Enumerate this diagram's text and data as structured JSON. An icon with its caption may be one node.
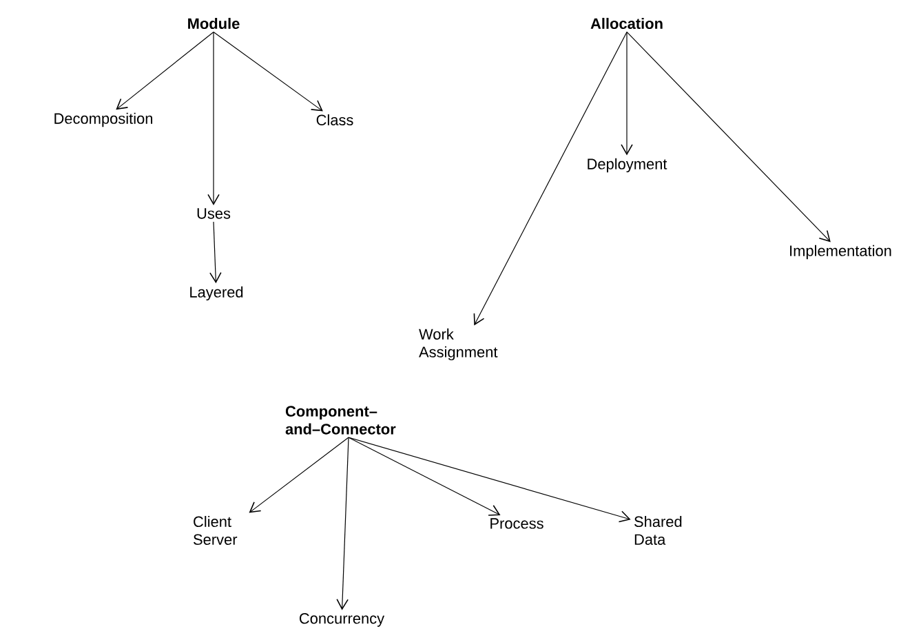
{
  "diagram": {
    "nodes": [
      {
        "text": [
          "Module"
        ]
      },
      {
        "text": [
          "Decomposition"
        ]
      },
      {
        "text": [
          "Class"
        ]
      },
      {
        "text": [
          "Uses"
        ]
      },
      {
        "text": [
          "Layered"
        ]
      },
      {
        "text": [
          "Allocation"
        ]
      },
      {
        "text": [
          "Deployment"
        ]
      },
      {
        "text": [
          "Implementation"
        ]
      },
      {
        "text": [
          "Work Assignment"
        ]
      },
      {
        "text": [
          "Component– and–Connector"
        ]
      },
      {
        "text": [
          "Client Server"
        ]
      },
      {
        "text": [
          "Concurrency"
        ]
      },
      {
        "text": [
          "Process"
        ]
      },
      {
        "text": [
          "Shared Data"
        ]
      }
    ],
    "edges": [
      {
        "from": 0,
        "to": 1,
        "arrow": "to"
      },
      {
        "from": 0,
        "to": 3,
        "arrow": "to"
      },
      {
        "from": 0,
        "to": 2,
        "arrow": "to"
      },
      {
        "from": 3,
        "to": 4,
        "arrow": "to"
      },
      {
        "from": 5,
        "to": 8,
        "arrow": "to"
      },
      {
        "from": 5,
        "to": 6,
        "arrow": "to"
      },
      {
        "from": 5,
        "to": 7,
        "arrow": "to"
      },
      {
        "from": 9,
        "to": 10,
        "arrow": "to"
      },
      {
        "from": 9,
        "to": 11,
        "arrow": "to"
      },
      {
        "from": 9,
        "to": 12,
        "arrow": "to"
      },
      {
        "from": 9,
        "to": 13,
        "arrow": "to"
      }
    ]
  }
}
